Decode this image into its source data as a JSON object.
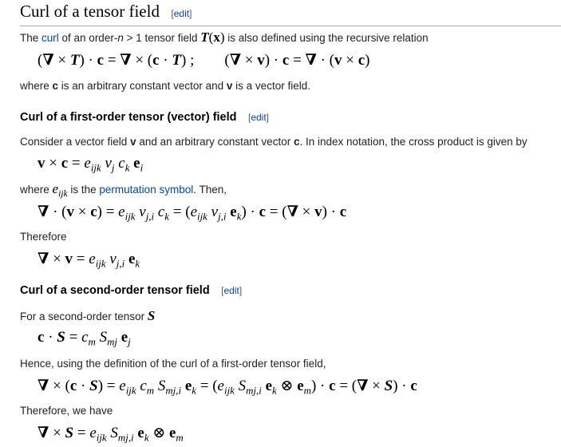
{
  "section": {
    "title": "Curl of a tensor field",
    "edit_label": "edit",
    "intro_before_link": "The ",
    "intro_link": "curl",
    "intro_middle": " of an order-",
    "intro_n": "n",
    "intro_after_n": " > 1 tensor field ",
    "intro_end": " is also defined using the recursive relation",
    "where_line_1": "where ",
    "where_c": "c",
    "where_line_2": " is an arbitrary constant vector and ",
    "where_v": "v",
    "where_line_3": " is a vector field."
  },
  "sub1": {
    "title": "Curl of a first-order tensor (vector) field",
    "edit_label": "edit",
    "consider_1": "Consider a vector field ",
    "consider_v": "v",
    "consider_2": " and an arbitrary constant vector ",
    "consider_c": "c",
    "consider_3": ". In index notation, the cross product is given by",
    "where_1": "where ",
    "where_2": " is the ",
    "perm_link": "permutation symbol",
    "where_3": ". Then,",
    "therefore": "Therefore"
  },
  "sub2": {
    "title": "Curl of a second-order tensor field",
    "edit_label": "edit",
    "for_text": "For a second-order tensor ",
    "hence_text": "Hence, using the definition of the curl of a first-order tensor field,",
    "therefore_text": "Therefore, we have"
  }
}
